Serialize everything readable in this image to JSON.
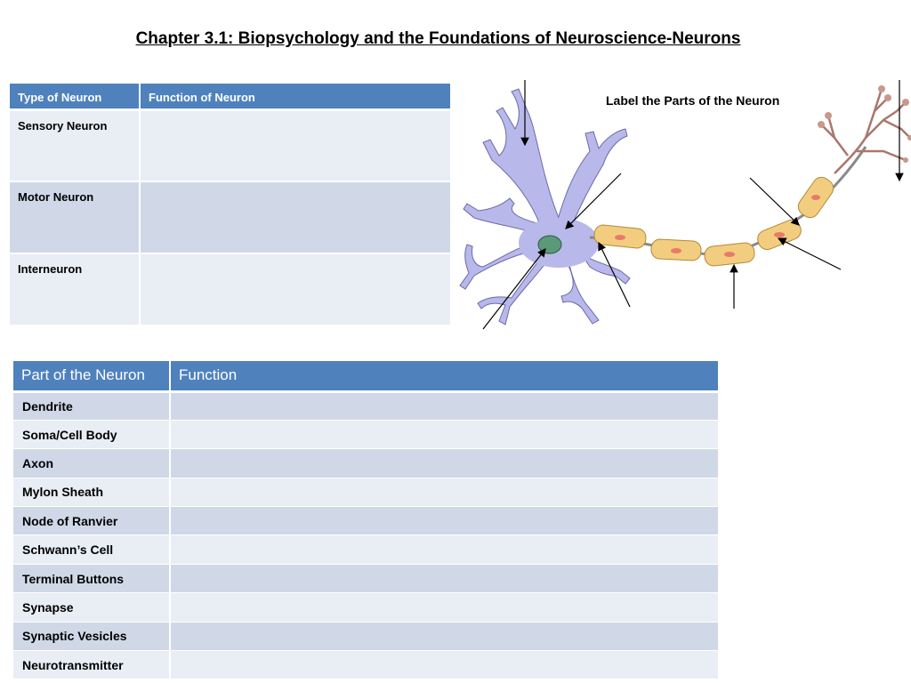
{
  "title": "Chapter 3.1: Biopsychology and the Foundations of Neuroscience-Neurons",
  "types_table": {
    "headers": [
      "Type of Neuron",
      "Function of Neuron"
    ],
    "rows": [
      {
        "type": "Sensory Neuron",
        "function": ""
      },
      {
        "type": "Motor Neuron",
        "function": ""
      },
      {
        "type": "Interneuron",
        "function": ""
      }
    ]
  },
  "diagram": {
    "label": "Label the Parts of the Neuron",
    "colors": {
      "dendrite": "#b8b8ea",
      "nucleus": "#5a9a78",
      "myelin": "#f3cd7f",
      "terminal": "#c9988c",
      "arrow": "#000000"
    }
  },
  "parts_table": {
    "headers": [
      "Part of the Neuron",
      "Function"
    ],
    "rows": [
      {
        "part": "Dendrite",
        "function": ""
      },
      {
        "part": "Soma/Cell Body",
        "function": ""
      },
      {
        "part": "Axon",
        "function": ""
      },
      {
        "part": "Mylon Sheath",
        "function": ""
      },
      {
        "part": "Node of Ranvier",
        "function": ""
      },
      {
        "part": "Schwann’s Cell",
        "function": ""
      },
      {
        "part": "Terminal Buttons",
        "function": ""
      },
      {
        "part": "Synapse",
        "function": ""
      },
      {
        "part": "Synaptic Vesicles",
        "function": ""
      },
      {
        "part": "Neurotransmitter",
        "function": ""
      }
    ]
  }
}
